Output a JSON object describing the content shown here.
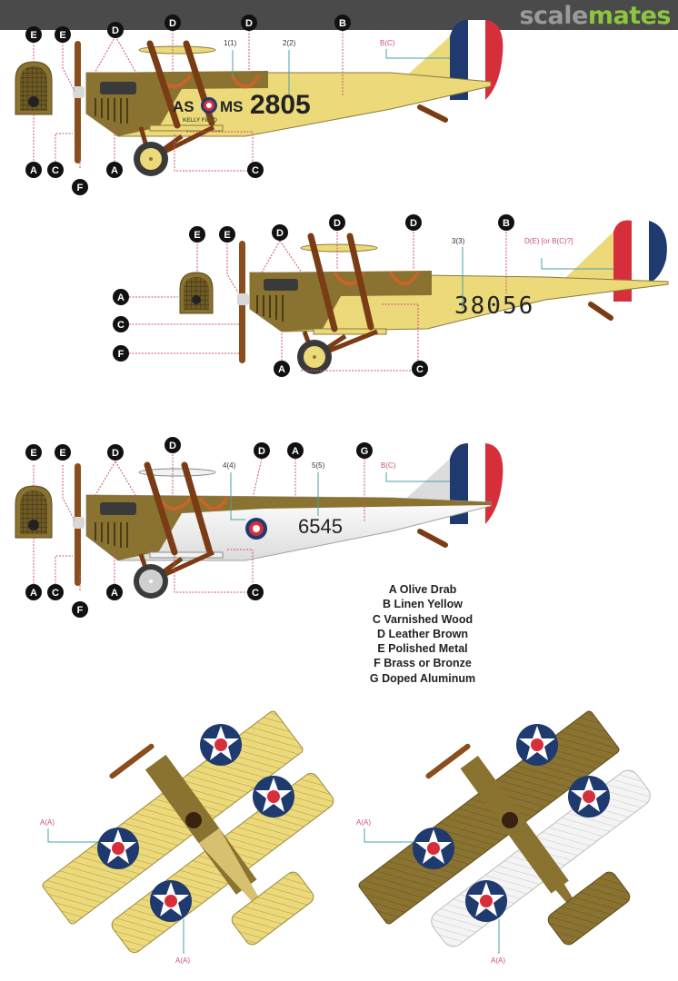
{
  "header": {
    "logo_part1": "scale",
    "logo_part2": "mates"
  },
  "colors": {
    "olive_drab": "#8a7230",
    "linen_yellow": "#ecd97a",
    "varnished_wood": "#7a3c14",
    "leather_brown": "#c8642a",
    "polished_metal": "#c8c8c8",
    "doped_aluminum": "#f2f2f2",
    "roundel_blue": "#1f3a6e",
    "roundel_red": "#d62f3b",
    "callout_red": "#d05070",
    "callout_teal": "#4aa0a8",
    "badge_bg": "#111111",
    "brand_green": "#8cc63f"
  },
  "profiles": [
    {
      "id": "profile-1",
      "serial": "2805",
      "fuselage_markings_left": "AS",
      "fuselage_markings_right": "MS",
      "unit_text": "KELLY FIELD",
      "top_badges": [
        "E",
        "E",
        "D",
        "D",
        "D",
        "B"
      ],
      "bottom_badges": [
        "A",
        "C",
        "A",
        "C",
        "F"
      ],
      "notes": [
        "1(1)",
        "2(2)",
        "B(C)"
      ]
    },
    {
      "id": "profile-2",
      "serial": "38056",
      "top_badges": [
        "E",
        "E",
        "D",
        "D",
        "D",
        "B"
      ],
      "left_badges": [
        "A",
        "C",
        "F"
      ],
      "bottom_badges": [
        "A",
        "C"
      ],
      "notes": [
        "3(3)",
        "D(E) [or B(C)?]"
      ]
    },
    {
      "id": "profile-3",
      "serial": "6545",
      "top_badges": [
        "E",
        "E",
        "D",
        "D",
        "D",
        "A",
        "G"
      ],
      "bottom_badges": [
        "A",
        "C",
        "A",
        "C",
        "F"
      ],
      "notes": [
        "4(4)",
        "5(5)",
        "B(C)"
      ]
    }
  ],
  "legend": [
    "A Olive Drab",
    "B Linen Yellow",
    "C Varnished Wood",
    "D Leather Brown",
    "E Polished Metal",
    "F Brass or Bronze",
    "G Doped Aluminum"
  ],
  "plan_views": [
    {
      "id": "plan-yellow",
      "notes": [
        "A(A)",
        "A(A)"
      ]
    },
    {
      "id": "plan-olive",
      "notes": [
        "A(A)",
        "A(A)"
      ]
    }
  ]
}
